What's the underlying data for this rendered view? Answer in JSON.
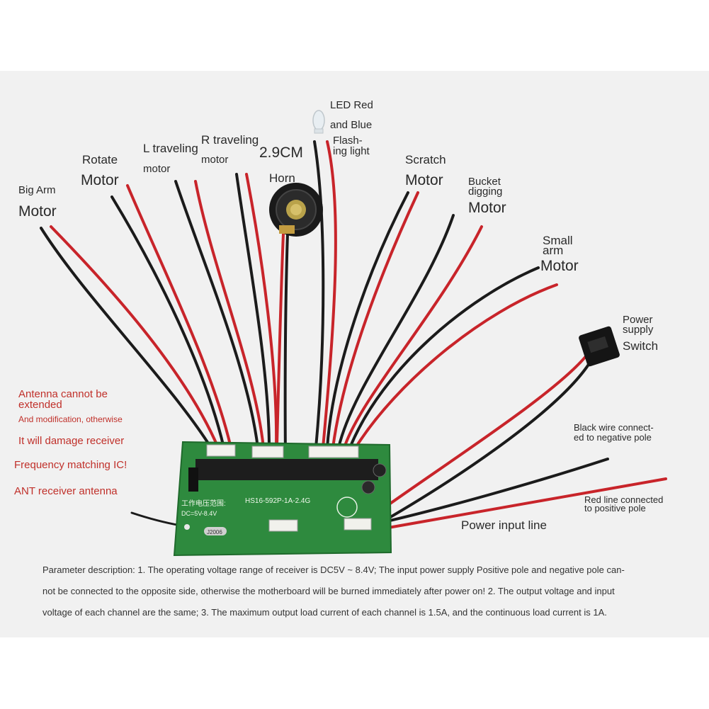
{
  "labels": {
    "big_arm": "Big Arm",
    "big_arm_motor": "Motor",
    "rotate": "Rotate",
    "rotate_motor": "Motor",
    "l_traveling": "L traveling",
    "l_motor": "motor",
    "r_traveling": "R traveling",
    "r_motor": "motor",
    "size": "2.9CM",
    "horn": "Horn",
    "led1": "LED Red",
    "led2": "and Blue",
    "led3": "Flash-",
    "led4": "ing light",
    "scratch": "Scratch",
    "scratch_motor": "Motor",
    "bucket1": "Bucket",
    "bucket2": "digging",
    "bucket_motor": "Motor",
    "small_arm1": "Small",
    "small_arm2": "arm",
    "small_arm_motor": "Motor",
    "power1": "Power",
    "power2": "supply",
    "power_switch": "Switch",
    "black_wire1": "Black wire connect-",
    "black_wire2": "ed to negative pole",
    "red_line1": "Red line connected",
    "red_line2": "to positive pole",
    "power_input": "Power input line"
  },
  "warnings": {
    "antenna1": "Antenna cannot be",
    "antenna2": "extended",
    "modification": "And modification, otherwise",
    "damage": "It will damage receiver",
    "freq": "Frequency matching IC!",
    "ant": "ANT receiver antenna"
  },
  "board": {
    "text1": "工作电压范围:",
    "text2": "DC=5V-8.4V",
    "model": "HS16-592P-1A-2.4G",
    "crystal": "J2006"
  },
  "parameters": [
    "Parameter description: 1. The operating voltage range of receiver is DC5V ~ 8.4V; The input power supply Positive pole and negative pole can-",
    "not be connected to the opposite side, otherwise the motherboard will be burned immediately after power on! 2. The output voltage and input",
    "voltage of each channel are the same; 3. The maximum output load current of each channel is 1.5A, and the continuous load current is 1A."
  ],
  "colors": {
    "wire_red": "#c8242a",
    "wire_black": "#1b1b1b",
    "pcb": "#2e8a3e",
    "label_red": "#c0302a"
  }
}
